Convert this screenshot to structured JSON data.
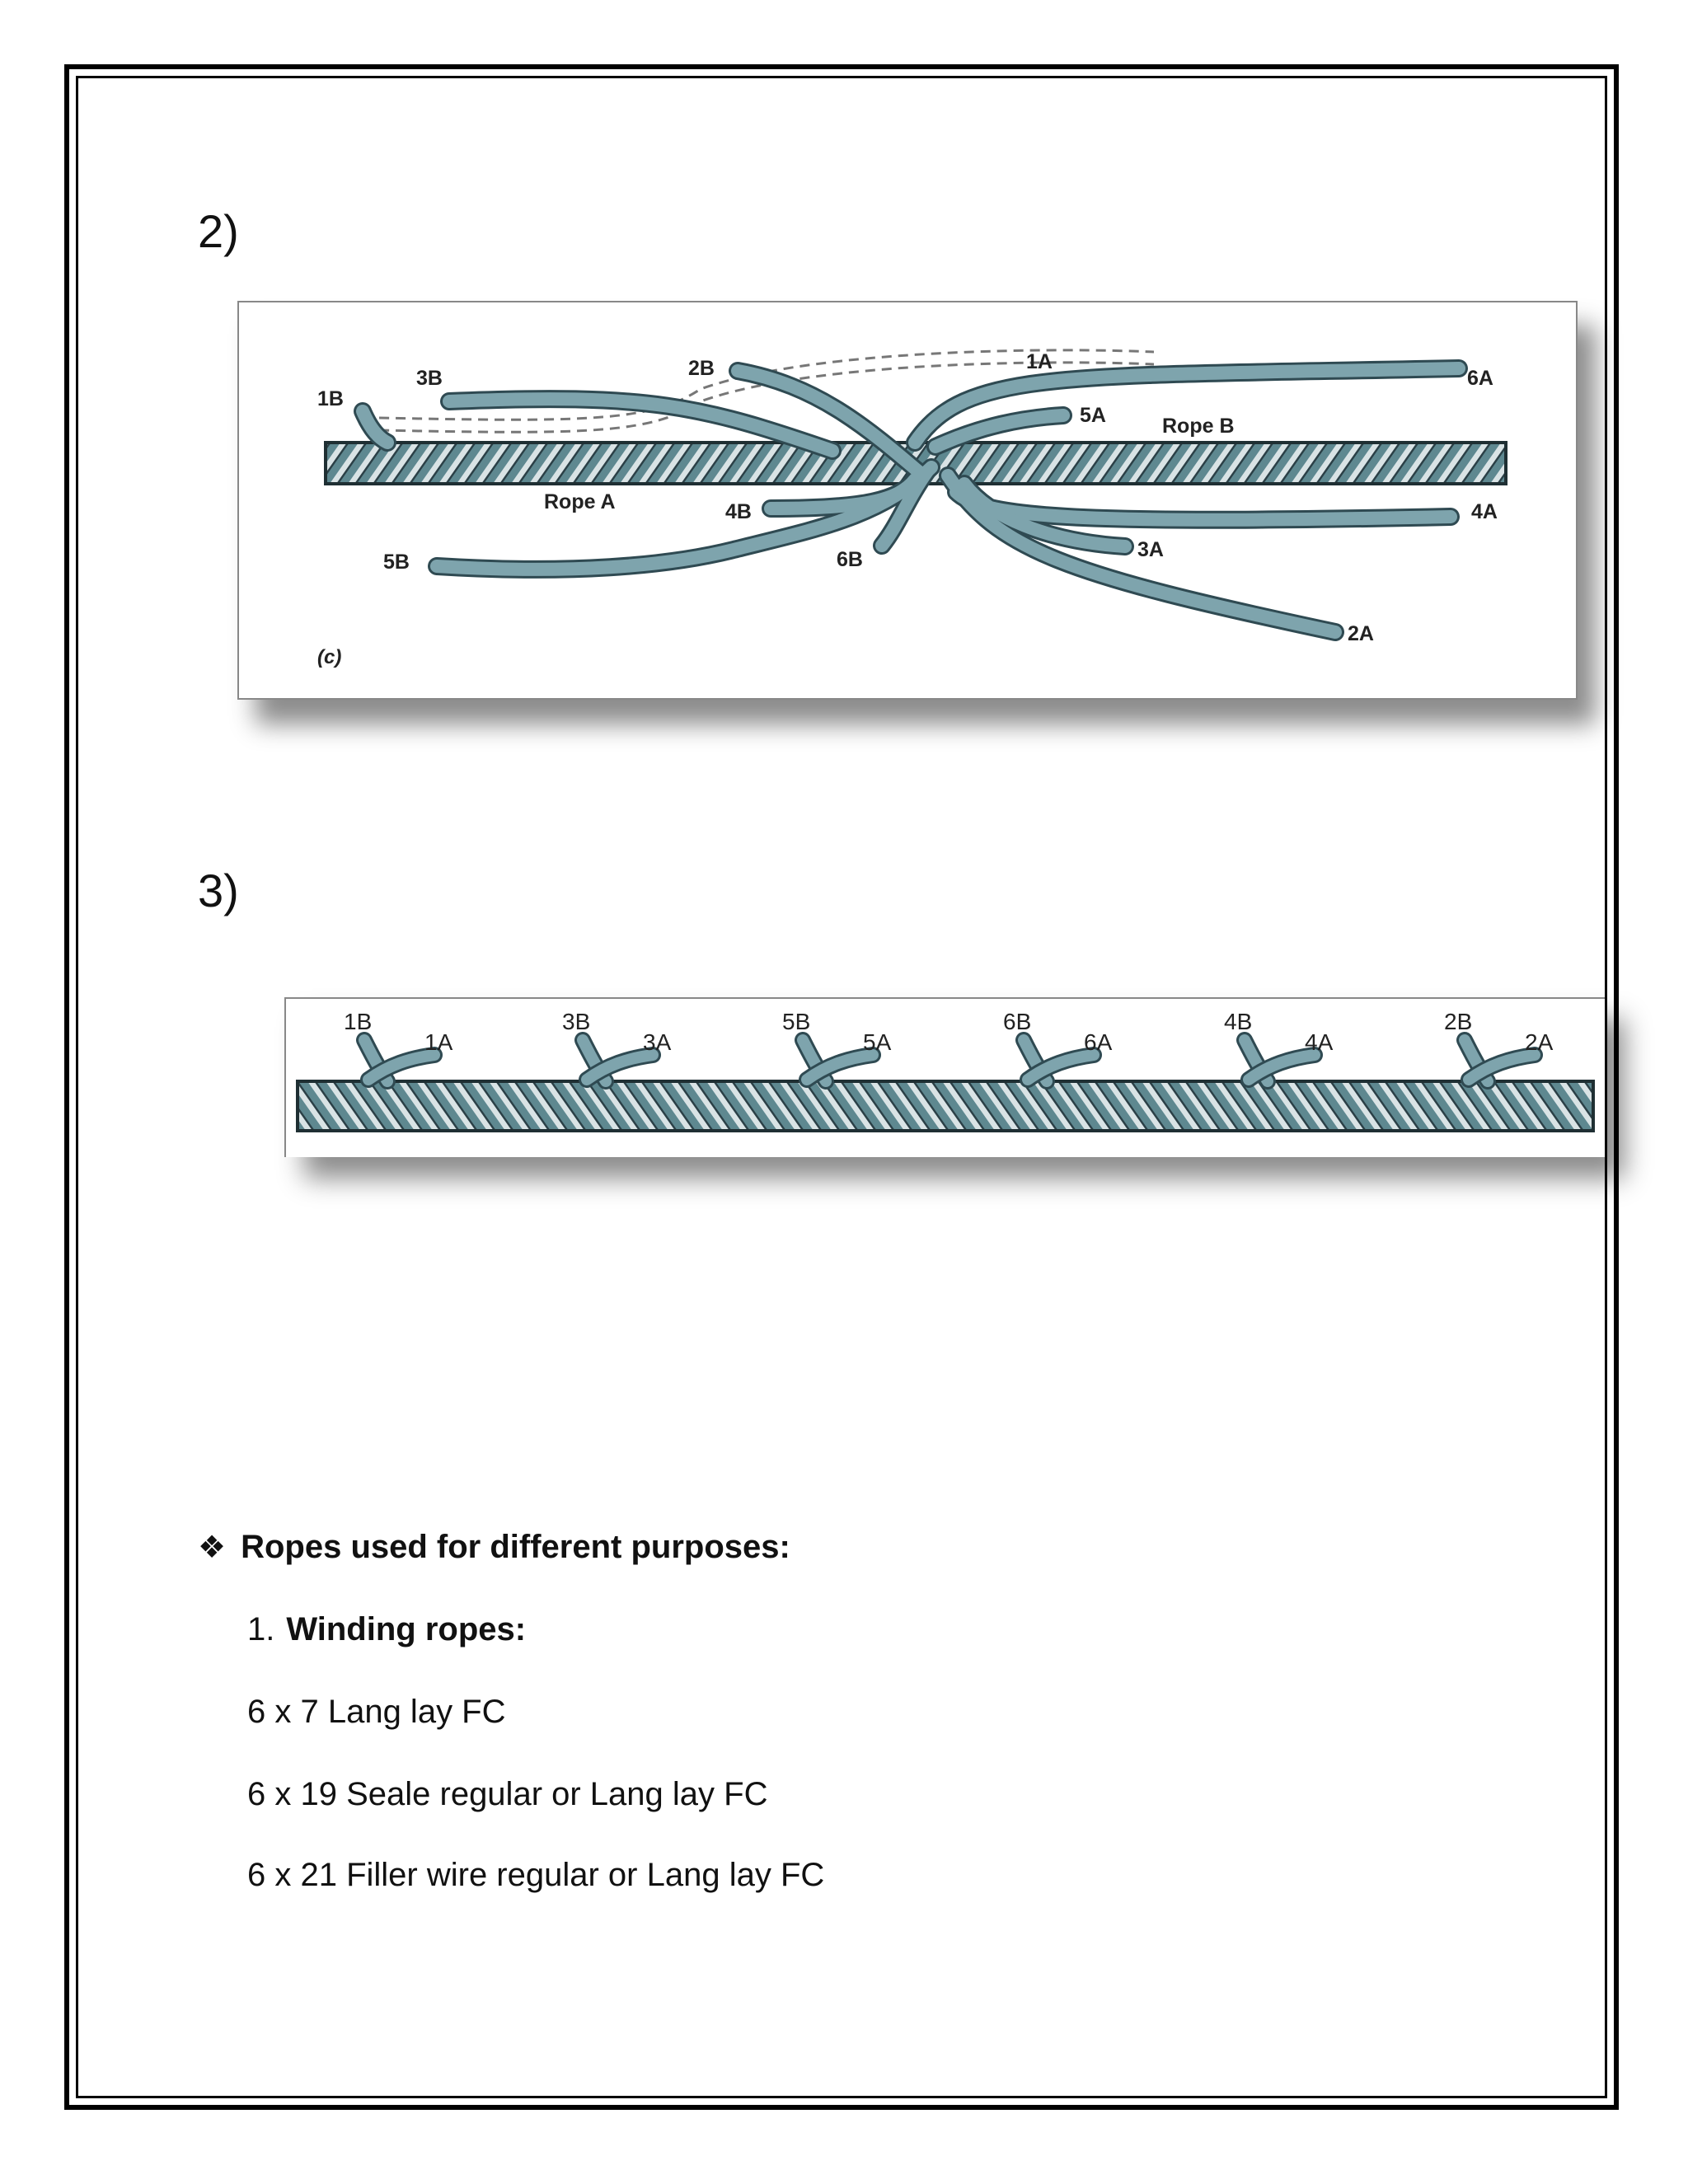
{
  "section2": {
    "number": "2)"
  },
  "figure_c": {
    "caption": "(c)",
    "rope_a_label": "Rope A",
    "rope_b_label": "Rope B",
    "strands": [
      "1B",
      "3B",
      "2B",
      "1A",
      "6A",
      "5A",
      "4B",
      "4A",
      "5B",
      "6B",
      "3A",
      "2A"
    ]
  },
  "section3": {
    "number": "3)"
  },
  "figure_tucks": {
    "pairs": [
      {
        "b": "1B",
        "a": "1A"
      },
      {
        "b": "3B",
        "a": "3A"
      },
      {
        "b": "5B",
        "a": "5A"
      },
      {
        "b": "6B",
        "a": "6A"
      },
      {
        "b": "4B",
        "a": "4A"
      },
      {
        "b": "2B",
        "a": "2A"
      }
    ]
  },
  "purposes": {
    "bullet": "❖",
    "heading": "Ropes used for different purposes:",
    "item_number": "1.",
    "item_title": "Winding ropes:",
    "specs": [
      "6 x 7 Lang lay FC",
      "6 x 19 Seale regular or Lang lay FC",
      "6 x 21 Filler wire regular or Lang lay FC"
    ]
  },
  "colors": {
    "strand": "#6f97a0",
    "strand_outline": "#2f4a52",
    "rope_dark": "#3a5a62"
  }
}
